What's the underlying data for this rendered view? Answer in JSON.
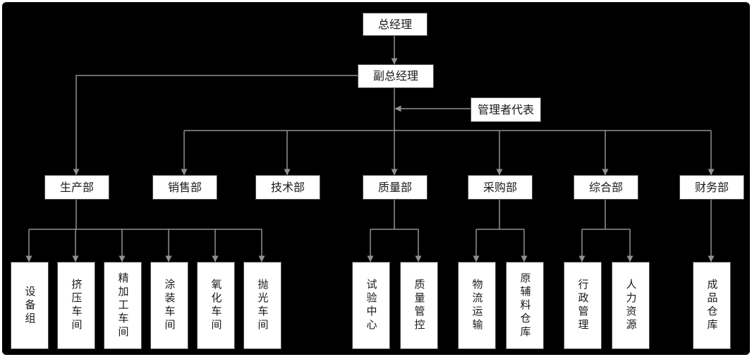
{
  "org_chart": {
    "colors": {
      "canvas_background": "#000000",
      "node_fill": "#ffffff",
      "node_border": "#4c4c4c",
      "node_text": "#1a1a1a",
      "connector": "#919191",
      "page_border": "#ffffff"
    },
    "top": {
      "general_manager": "总经理",
      "deputy_general_manager": "副总经理",
      "management_representative": "管理者代表"
    },
    "departments": [
      "生产部",
      "销售部",
      "技术部",
      "质量部",
      "采购部",
      "综合部",
      "财务部"
    ],
    "units": {
      "production": [
        "设备组",
        "挤压车间",
        "精加工车间",
        "涂装车间",
        "氧化车间",
        "抛光车间"
      ],
      "quality": [
        "试验中心",
        "质量管控"
      ],
      "purchasing": [
        "物流运输",
        "原辅料仓库"
      ],
      "general_affairs": [
        "行政管理",
        "人力资源"
      ],
      "finance": [
        "成品仓库"
      ]
    }
  }
}
